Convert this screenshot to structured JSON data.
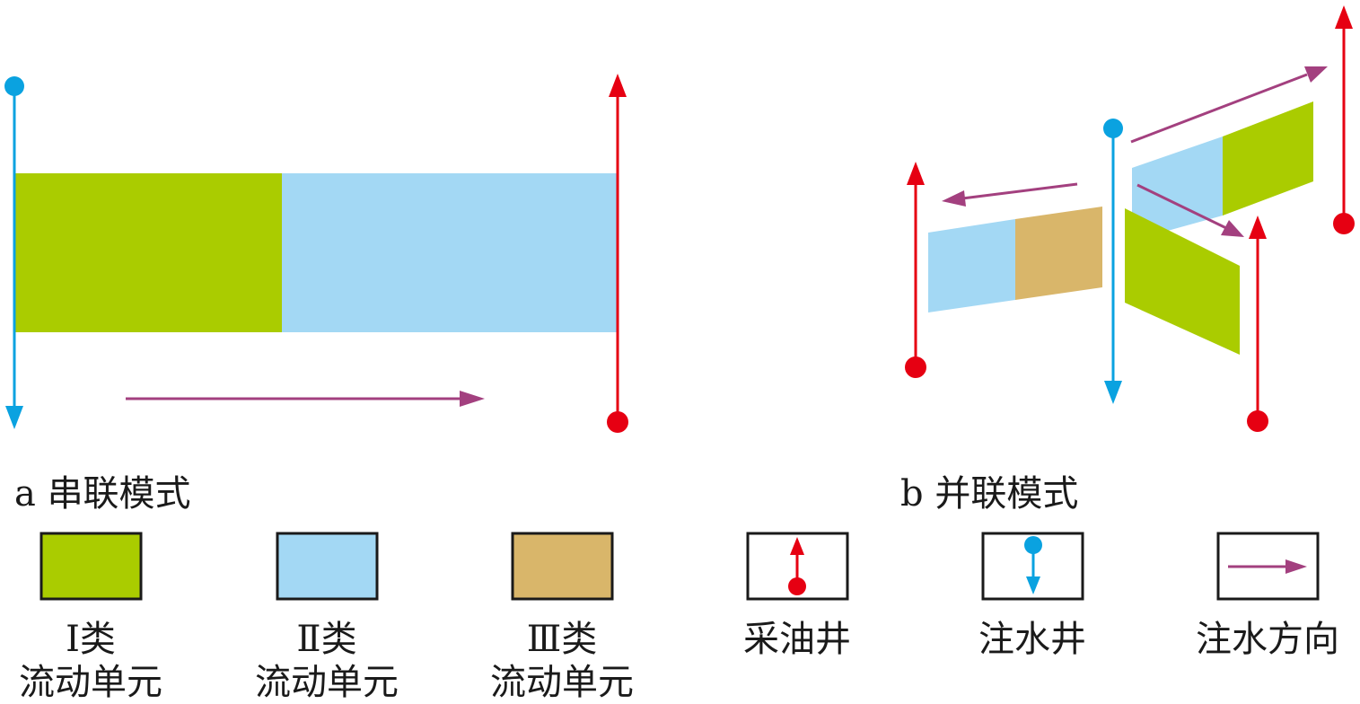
{
  "captions": {
    "series": "a 串联模式",
    "parallel": "b 并联模式"
  },
  "legend": [
    {
      "id": "unit-1",
      "line1": "Ⅰ类",
      "line2": "流动单元",
      "color": "#aacc00"
    },
    {
      "id": "unit-2",
      "line1": "Ⅱ类",
      "line2": "流动单元",
      "color": "#a3d8f4"
    },
    {
      "id": "unit-3",
      "line1": "Ⅲ类",
      "line2": "流动单元",
      "color": "#d9b66a"
    },
    {
      "id": "oil-well",
      "line1": "采油井",
      "line2": ""
    },
    {
      "id": "water-well",
      "line1": "注水井",
      "line2": ""
    },
    {
      "id": "water-direction",
      "line1": "注水方向",
      "line2": ""
    }
  ],
  "colors": {
    "type1": "#aacc00",
    "type2": "#a3d8f4",
    "type3": "#d9b66a",
    "production_well": "#e60012",
    "injection_well": "#0aa2e0",
    "flow_direction": "#a3407f",
    "outline": "#1a1a1a"
  }
}
